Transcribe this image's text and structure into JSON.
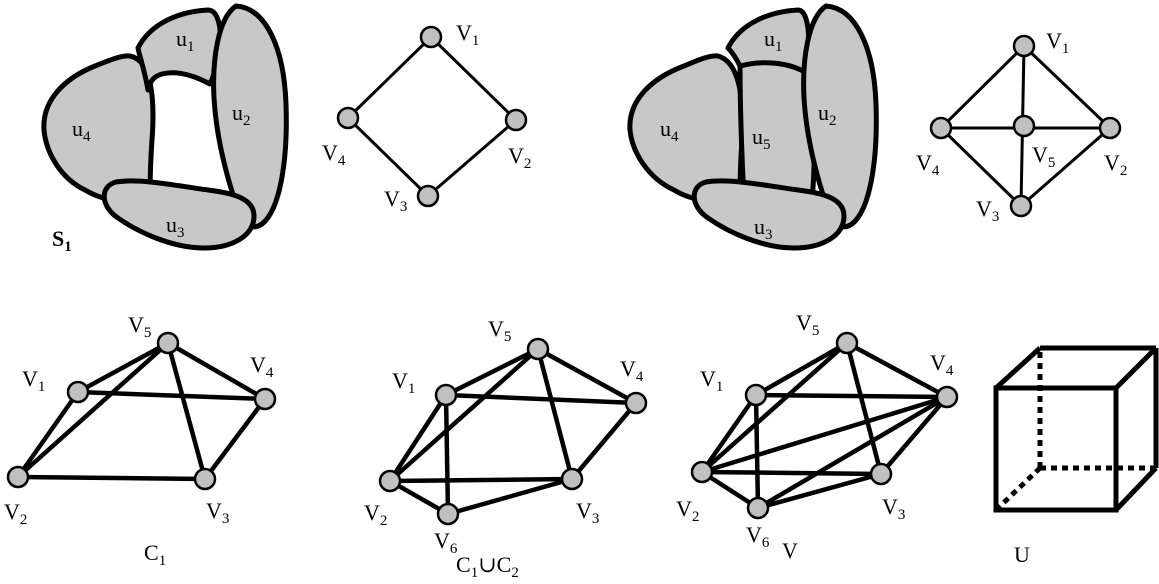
{
  "labels": {
    "S1": {
      "base": "S",
      "sub": "1"
    },
    "u1": {
      "base": "u",
      "sub": "1"
    },
    "u2": {
      "base": "u",
      "sub": "2"
    },
    "u3": {
      "base": "u",
      "sub": "3"
    },
    "u4": {
      "base": "u",
      "sub": "4"
    },
    "u5": {
      "base": "u",
      "sub": "5"
    },
    "V1": {
      "base": "V",
      "sub": "1"
    },
    "V2": {
      "base": "V",
      "sub": "2"
    },
    "V3": {
      "base": "V",
      "sub": "3"
    },
    "V4": {
      "base": "V",
      "sub": "4"
    },
    "V5": {
      "base": "V",
      "sub": "5"
    },
    "V6": {
      "base": "V",
      "sub": "6"
    },
    "C1": {
      "base": "C",
      "sub": "1"
    },
    "C1uC2": {
      "c1": "C",
      "s1": "1",
      "op": "∪",
      "c2": "C",
      "s2": "2"
    },
    "V": "V",
    "U": "U"
  },
  "graphs": {
    "cycle4": {
      "vertices": [
        "V1",
        "V2",
        "V3",
        "V4"
      ],
      "edges": [
        [
          "V1",
          "V2"
        ],
        [
          "V2",
          "V3"
        ],
        [
          "V3",
          "V4"
        ],
        [
          "V4",
          "V1"
        ]
      ]
    },
    "wheel5": {
      "vertices": [
        "V1",
        "V2",
        "V3",
        "V4",
        "V5"
      ],
      "edges": [
        [
          "V1",
          "V2"
        ],
        [
          "V2",
          "V3"
        ],
        [
          "V3",
          "V4"
        ],
        [
          "V4",
          "V1"
        ],
        [
          "V1",
          "V5"
        ],
        [
          "V2",
          "V5"
        ],
        [
          "V3",
          "V5"
        ],
        [
          "V4",
          "V5"
        ]
      ]
    },
    "C1": {
      "vertices": [
        "V1",
        "V2",
        "V3",
        "V4",
        "V5"
      ],
      "edges": [
        [
          "V1",
          "V5"
        ],
        [
          "V5",
          "V4"
        ],
        [
          "V1",
          "V4"
        ],
        [
          "V1",
          "V2"
        ],
        [
          "V2",
          "V5"
        ],
        [
          "V5",
          "V3"
        ],
        [
          "V2",
          "V3"
        ],
        [
          "V3",
          "V4"
        ]
      ]
    },
    "C1uC2": {
      "vertices": [
        "V1",
        "V2",
        "V3",
        "V4",
        "V5",
        "V6"
      ],
      "edges": [
        [
          "V1",
          "V5"
        ],
        [
          "V5",
          "V4"
        ],
        [
          "V1",
          "V4"
        ],
        [
          "V1",
          "V2"
        ],
        [
          "V2",
          "V5"
        ],
        [
          "V5",
          "V3"
        ],
        [
          "V2",
          "V3"
        ],
        [
          "V3",
          "V4"
        ],
        [
          "V1",
          "V6"
        ],
        [
          "V2",
          "V6"
        ],
        [
          "V6",
          "V3"
        ]
      ]
    },
    "V": {
      "vertices": [
        "V1",
        "V2",
        "V3",
        "V4",
        "V5",
        "V6"
      ],
      "edges": [
        [
          "V1",
          "V5"
        ],
        [
          "V5",
          "V4"
        ],
        [
          "V1",
          "V4"
        ],
        [
          "V1",
          "V2"
        ],
        [
          "V2",
          "V5"
        ],
        [
          "V5",
          "V3"
        ],
        [
          "V2",
          "V3"
        ],
        [
          "V3",
          "V4"
        ],
        [
          "V1",
          "V6"
        ],
        [
          "V2",
          "V6"
        ],
        [
          "V6",
          "V3"
        ],
        [
          "V2",
          "V4"
        ],
        [
          "V6",
          "V4"
        ]
      ]
    }
  }
}
